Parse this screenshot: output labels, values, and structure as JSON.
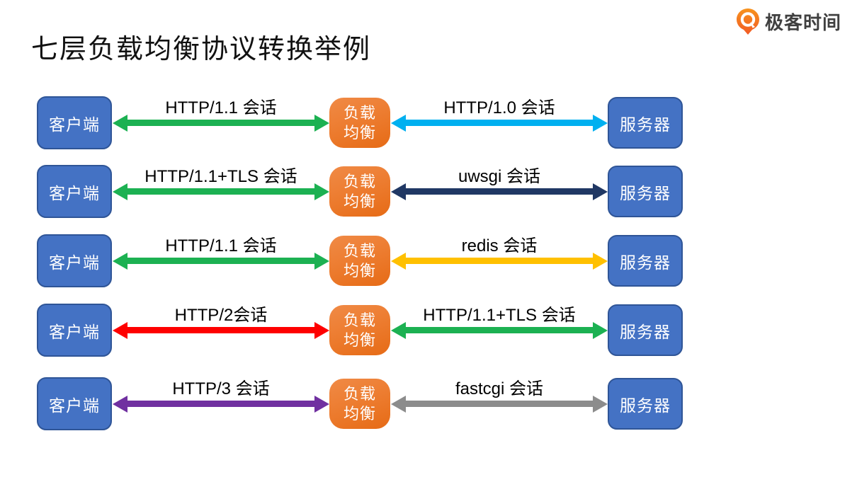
{
  "title": "七层负载均衡协议转换举例",
  "logo": {
    "text": "极客时间",
    "icon": "geektime-pin-icon",
    "icon_color_top": "#F7931E",
    "icon_color_bottom": "#F15A24"
  },
  "boxes": {
    "client": "客户端",
    "lb_line1": "负载",
    "lb_line2": "均衡",
    "server": "服务器",
    "client_fill": "#4472C4",
    "client_border": "#2F5597",
    "lb_fill": "#ED7D31"
  },
  "rows": [
    {
      "left": {
        "label": "HTTP/1.1 会话",
        "color": "#1CB152"
      },
      "right": {
        "label": "HTTP/1.0 会话",
        "color": "#00B0F0"
      }
    },
    {
      "left": {
        "label": "HTTP/1.1+TLS 会话",
        "color": "#1CB152"
      },
      "right": {
        "label": "uwsgi 会话",
        "color": "#203864"
      }
    },
    {
      "left": {
        "label": "HTTP/1.1 会话",
        "color": "#1CB152"
      },
      "right": {
        "label": "redis 会话",
        "color": "#FFC000"
      }
    },
    {
      "left": {
        "label": "HTTP/2会话",
        "color": "#FE0000"
      },
      "right": {
        "label": "HTTP/1.1+TLS 会话",
        "color": "#1CB152"
      }
    },
    {
      "left": {
        "label": "HTTP/3 会话",
        "color": "#7030A0"
      },
      "right": {
        "label": "fastcgi 会话",
        "color": "#8C8C8C"
      }
    }
  ]
}
